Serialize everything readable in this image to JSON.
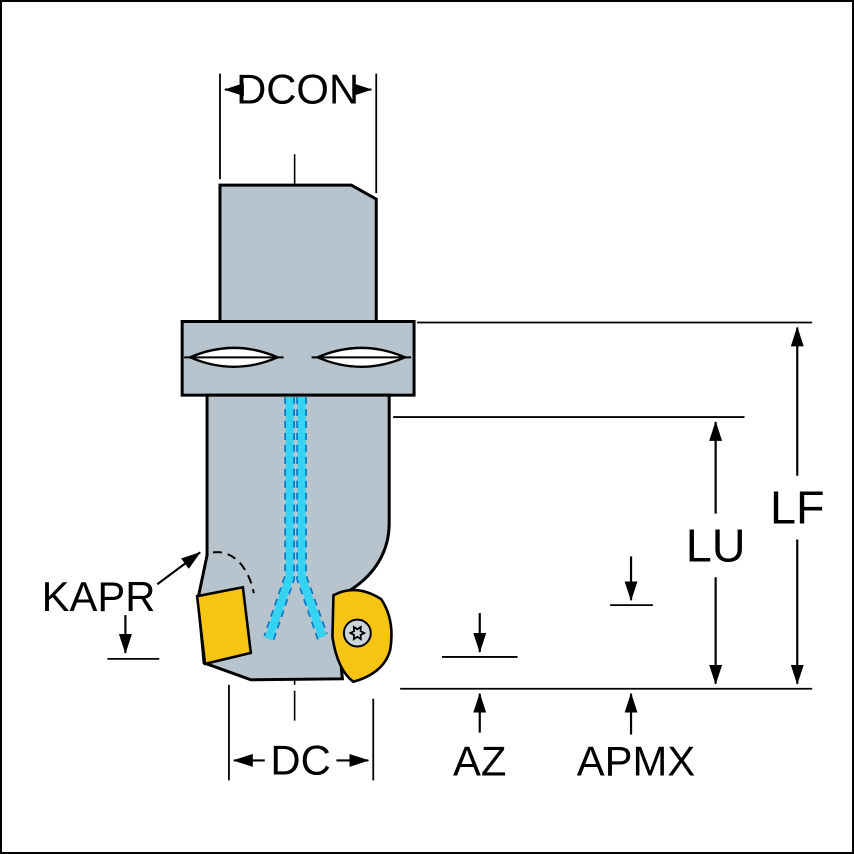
{
  "drawing": {
    "labels": {
      "dcon": "DCON",
      "kapr": "KAPR",
      "lf": "LF",
      "lu": "LU",
      "dc": "DC",
      "az": "AZ",
      "apmx": "APMX"
    },
    "colors": {
      "tool_body": "#b7c4cd",
      "insert": "#f6c513",
      "coolant": "#35d3f2",
      "coolant_dash": "#0079c8",
      "screw": "#ccd5da",
      "slot": "#ffffff",
      "outline": "#000000",
      "background": "#ffffff"
    }
  }
}
